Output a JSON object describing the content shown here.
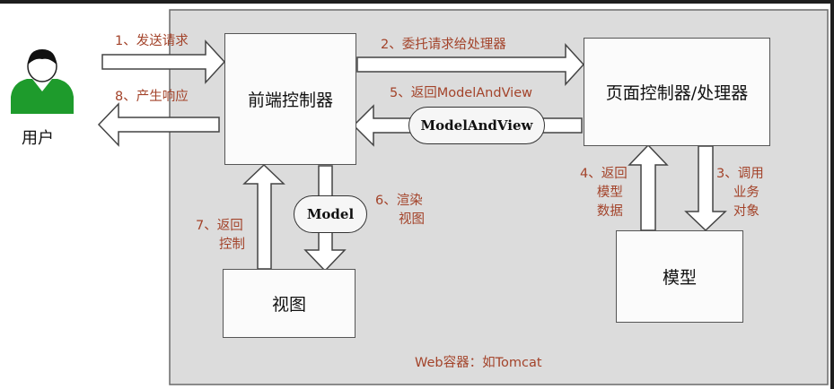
{
  "diagram": {
    "user_label": "用户",
    "front_controller": "前端控制器",
    "page_controller": "页面控制器/处理器",
    "view": "视图",
    "model": "模型",
    "container": "Web容器：如Tomcat",
    "pill_model_and_view": "ModelAndView",
    "pill_model": "Model",
    "steps": {
      "s1": "1、发送请求",
      "s2": "2、委托请求给处理器",
      "s3": [
        "3、调用",
        "业务",
        "对象"
      ],
      "s4": [
        "4、返回",
        "模型",
        "数据"
      ],
      "s5": "5、返回ModelAndView",
      "s6": [
        "6、渲染",
        "视图"
      ],
      "s7": [
        "7、返回",
        "控制"
      ],
      "s8": "8、产生响应"
    }
  }
}
